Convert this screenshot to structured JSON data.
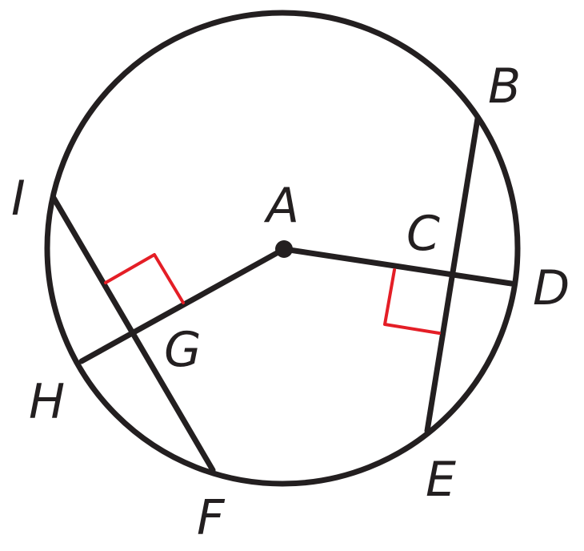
{
  "diagram": {
    "points": {
      "A": "A",
      "B": "B",
      "C": "C",
      "D": "D",
      "E": "E",
      "F": "F",
      "G": "G",
      "H": "H",
      "I": "I"
    },
    "colors": {
      "line": "#231f20",
      "right_angle_marker": "#e41e26",
      "background": "#ffffff"
    }
  }
}
